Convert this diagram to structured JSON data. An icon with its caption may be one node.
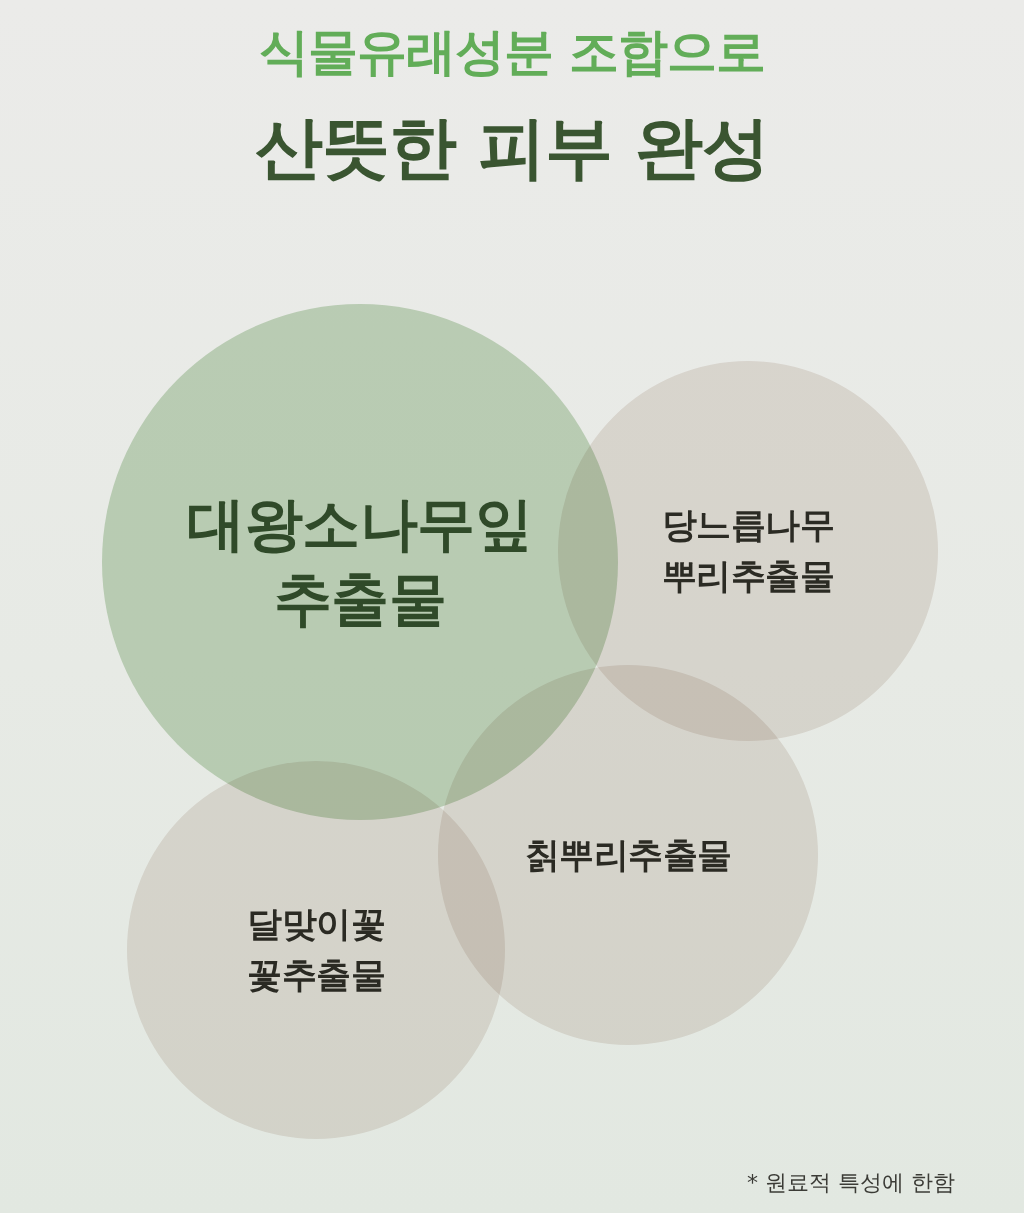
{
  "diagram": {
    "title": "식물유래성분 조합으로 산뜻한 피부 완성",
    "nodes": [
      {
        "text": [
          "대왕소나무잎 추출물"
        ]
      },
      {
        "text": [
          "당느릅나무 뿌리추출물"
        ]
      },
      {
        "text": [
          "칡뿌리추출물"
        ]
      },
      {
        "text": [
          "달맞이꽃 꽃추출물"
        ]
      }
    ],
    "labels": [
      "* 원료적 특성에 한함"
    ]
  }
}
